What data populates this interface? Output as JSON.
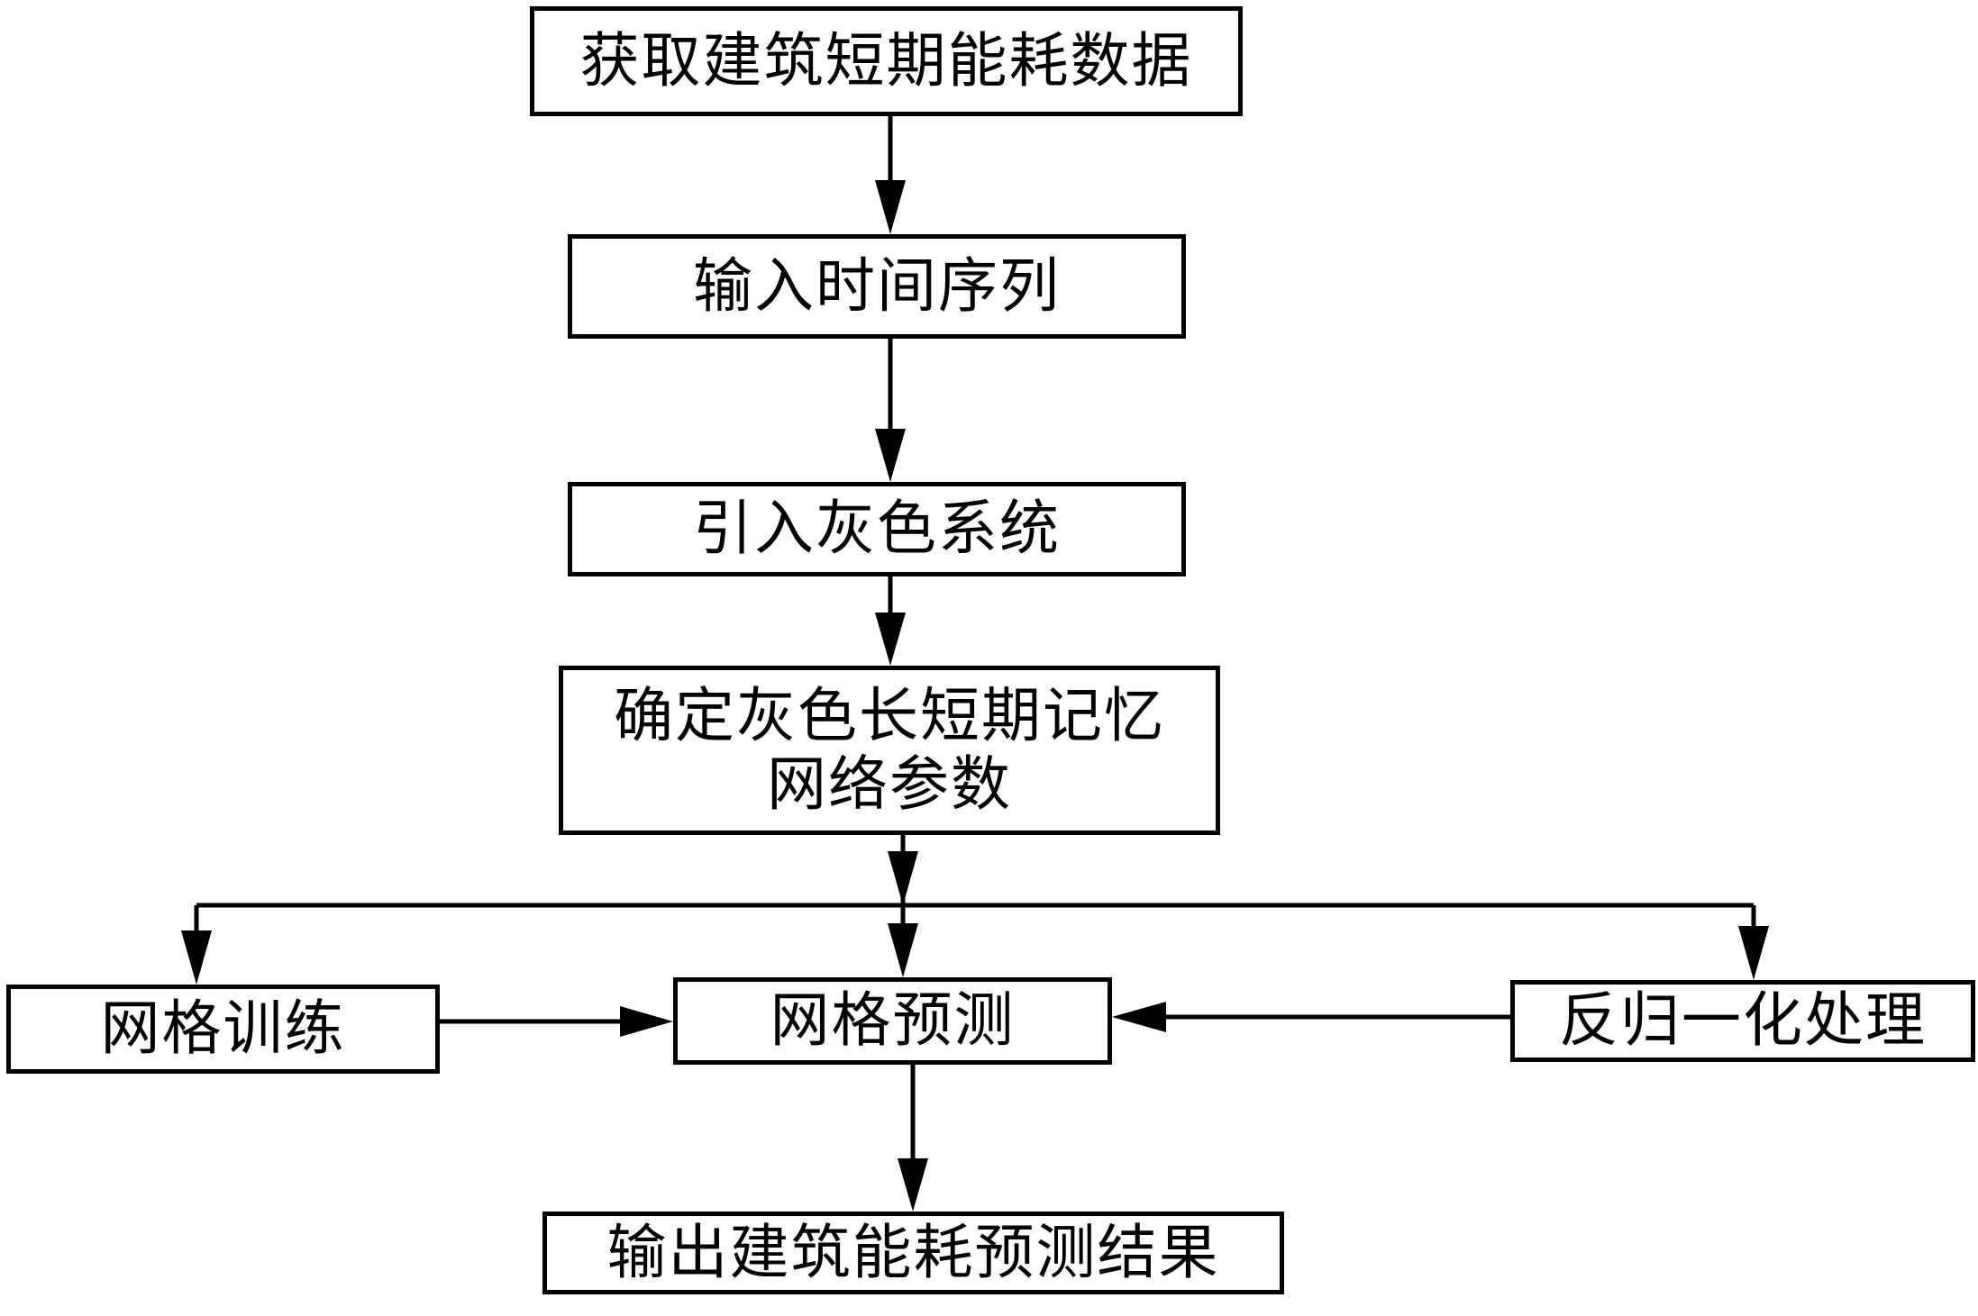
{
  "title": "Building short-term energy consumption prediction flowchart",
  "nodes": {
    "acquire": {
      "label": "获取建筑短期能耗数据"
    },
    "input_series": {
      "label": "输入时间序列"
    },
    "grey_system": {
      "label": "引入灰色系统"
    },
    "determine_params": {
      "line1": "确定灰色长短期记忆",
      "line2": "网络参数"
    },
    "training": {
      "label": "网格训练"
    },
    "prediction": {
      "label": "网格预测"
    },
    "denormalize": {
      "label": "反归一化处理"
    },
    "output": {
      "label": "输出建筑能耗预测结果"
    }
  },
  "edges": [
    {
      "from": "acquire",
      "to": "input_series"
    },
    {
      "from": "input_series",
      "to": "grey_system"
    },
    {
      "from": "grey_system",
      "to": "determine_params"
    },
    {
      "from": "determine_params",
      "to": "training"
    },
    {
      "from": "determine_params",
      "to": "prediction"
    },
    {
      "from": "determine_params",
      "to": "denormalize"
    },
    {
      "from": "training",
      "to": "prediction"
    },
    {
      "from": "denormalize",
      "to": "prediction"
    },
    {
      "from": "prediction",
      "to": "output"
    }
  ]
}
